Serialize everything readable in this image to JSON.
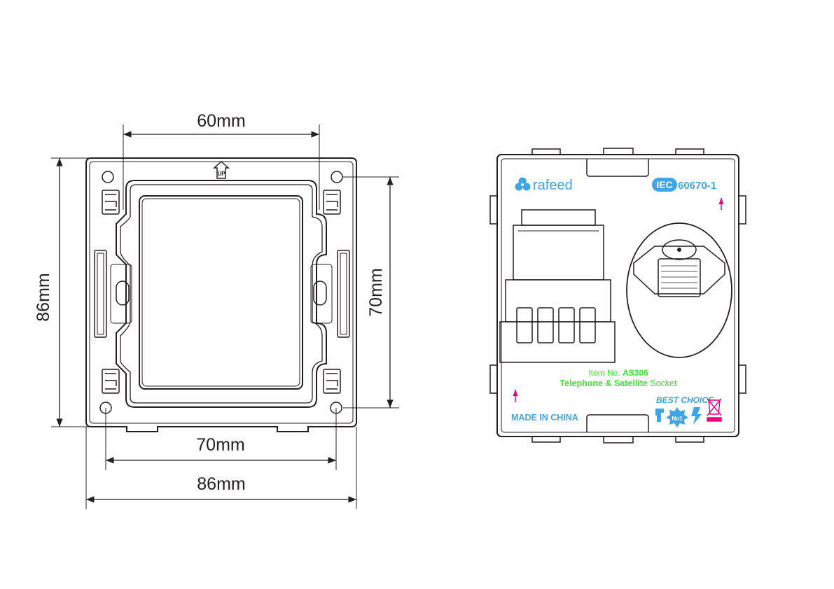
{
  "frame": {
    "dimensions": {
      "top_width": "60mm",
      "left_height": "86mm",
      "right_height": "70mm",
      "bottom_inner": "70mm",
      "bottom_outer": "86mm"
    },
    "up_label": "UP"
  },
  "module": {
    "brand": "rafeed",
    "iec_prefix": "IEC",
    "iec_number": "60670-1",
    "item_prefix": "Item No.",
    "item_number": "AS306",
    "product_name_bold": "Telephone & Satellite",
    "product_name_plain": "Socket",
    "made_in": "MADE IN CHINA",
    "best_choice": "BEST CHOICE",
    "no1": "No1",
    "colors": {
      "brand_blue": "#3ea6e6",
      "label_green": "#3ee636",
      "arrow_magenta": "#e6007e",
      "line": "#231f20"
    }
  }
}
